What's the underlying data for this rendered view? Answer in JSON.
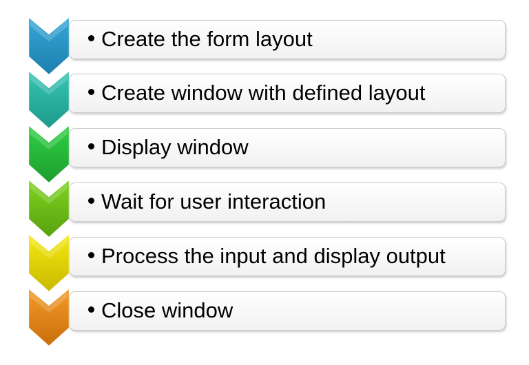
{
  "steps": [
    {
      "label": "Create the form layout",
      "color": "#36a7d6",
      "dark": "#1d7fae"
    },
    {
      "label": "Create window with defined layout",
      "color": "#35c4b4",
      "dark": "#1e9a8a"
    },
    {
      "label": "Display window",
      "color": "#2fcf45",
      "dark": "#1e9e2e"
    },
    {
      "label": "Wait for user interaction",
      "color": "#7ed320",
      "dark": "#58a10e"
    },
    {
      "label": "Process the input and display output",
      "color": "#f5ea10",
      "dark": "#c9b800"
    },
    {
      "label": "Close window",
      "color": "#f39a27",
      "dark": "#c96f0c"
    }
  ]
}
